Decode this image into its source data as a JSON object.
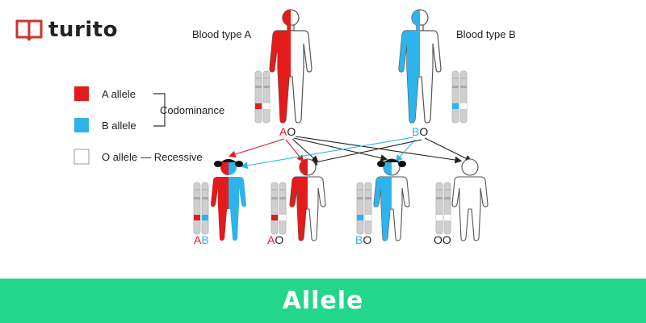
{
  "brand": {
    "name": "turito",
    "icon": "book-icon",
    "color": "#d0312d"
  },
  "parents": {
    "left": {
      "label": "Blood type A",
      "genotype": [
        "A",
        "O"
      ]
    },
    "right": {
      "label": "Blood type B",
      "genotype": [
        "B",
        "O"
      ]
    }
  },
  "legend": {
    "a_allele": "A allele",
    "b_allele": "B allele",
    "o_allele": "O allele",
    "codominance": "Codominance",
    "recessive": "— Recessive"
  },
  "children": [
    {
      "genotype": [
        "A",
        "B"
      ]
    },
    {
      "genotype": [
        "A",
        "O"
      ]
    },
    {
      "genotype": [
        "B",
        "O"
      ]
    },
    {
      "genotype": [
        "O",
        "O"
      ]
    }
  ],
  "colors": {
    "a": "#e31b1b",
    "b": "#2db4ec",
    "o": "#ffffff",
    "arrow": "#222222",
    "footer": "#22d68a"
  },
  "footer": {
    "title": "Allele"
  }
}
